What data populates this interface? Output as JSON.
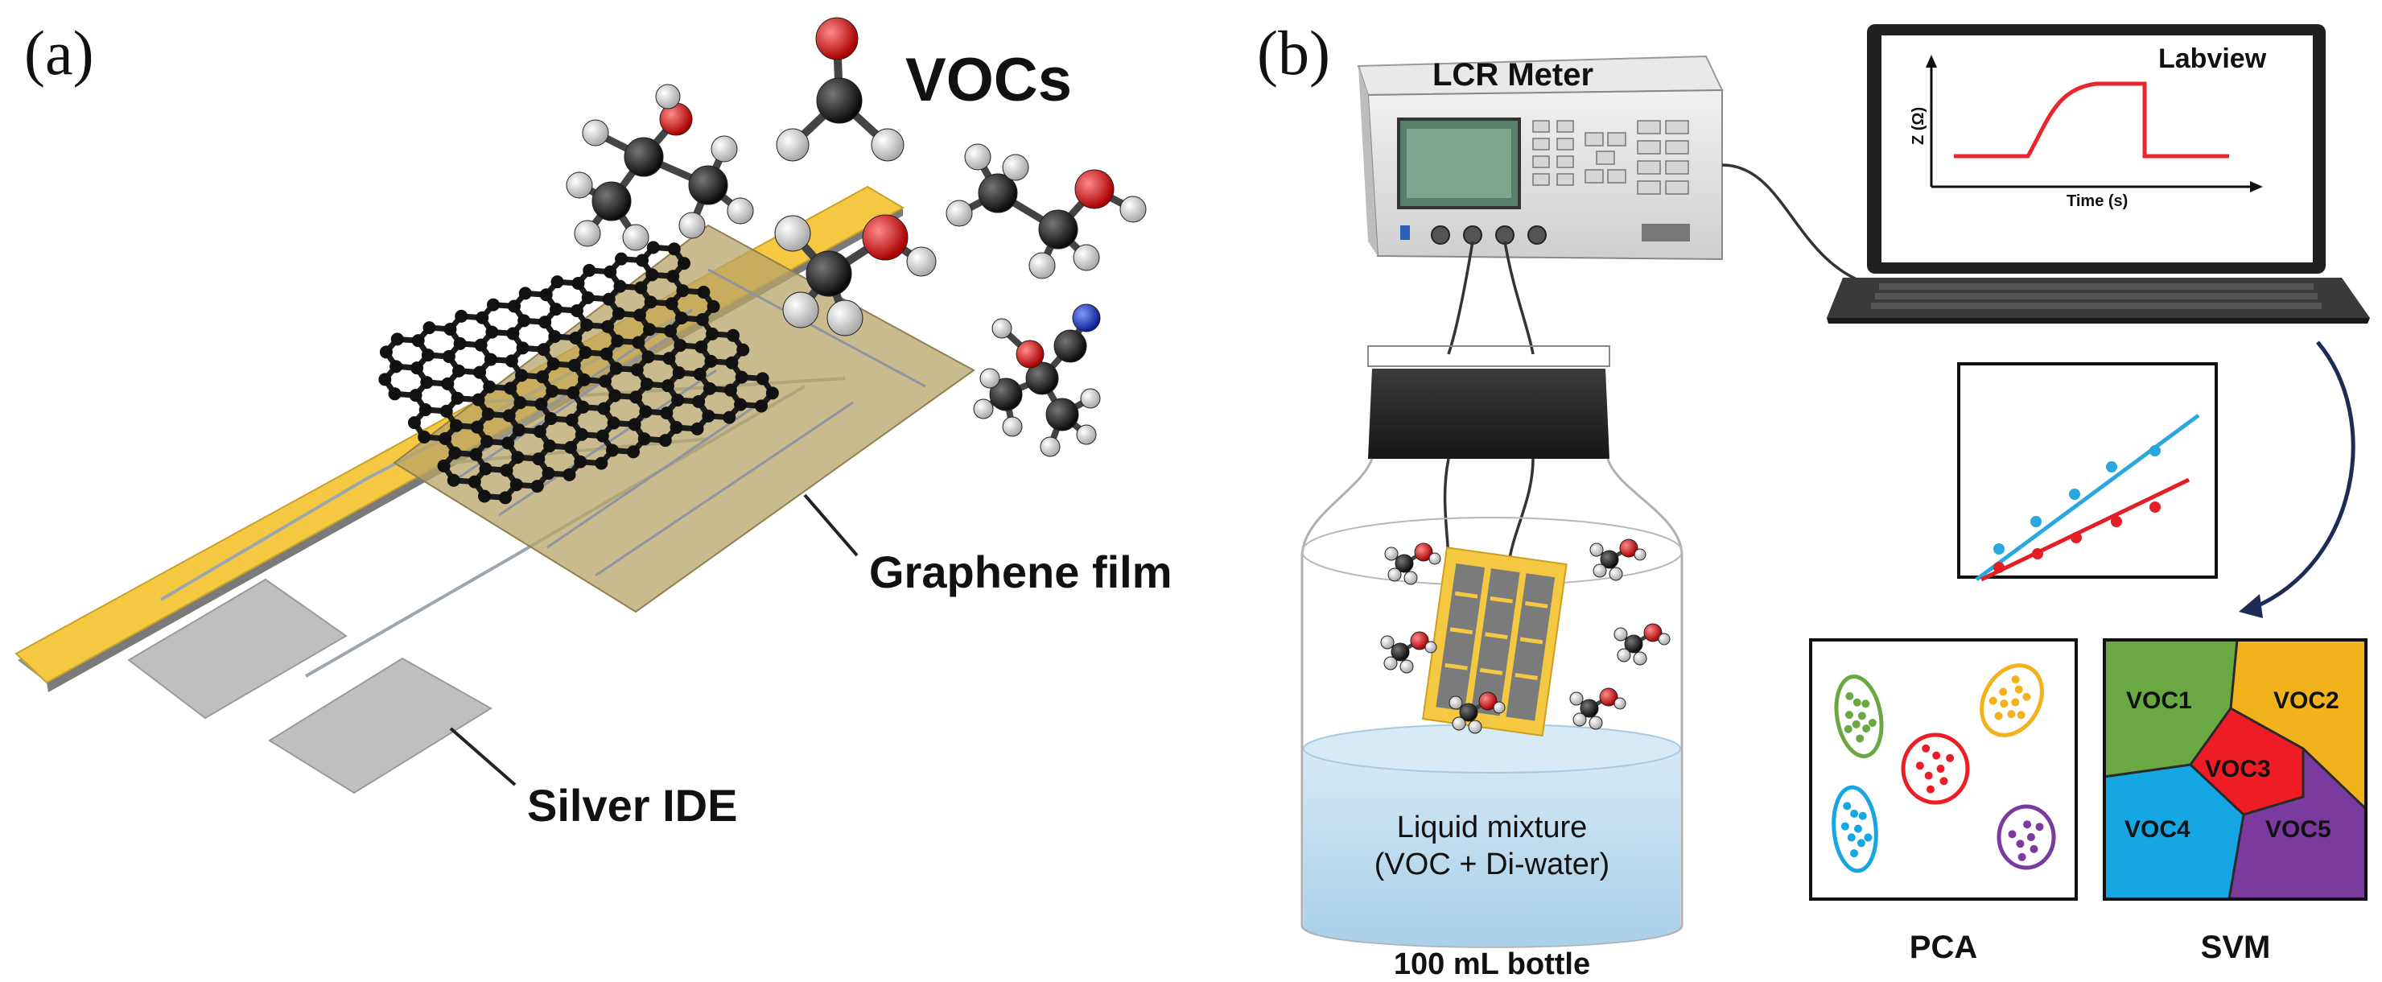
{
  "panel_a": {
    "tag": "(a)",
    "vocs_label": "VOCs",
    "graphene_label": "Graphene film",
    "silver_label": "Silver IDE"
  },
  "panel_b": {
    "tag": "(b)",
    "lcr_label": "LCR Meter",
    "labview_label": "Labview",
    "plot_ylabel": "Z (Ω)",
    "plot_xlabel": "Time (s)",
    "liquid_line1": "Liquid mixture",
    "liquid_line2": "(VOC + Di-water)",
    "bottle_label": "100 mL bottle",
    "pca_label": "PCA",
    "svm_label": "SVM",
    "svm_regions": [
      "VOC1",
      "VOC2",
      "VOC3",
      "VOC4",
      "VOC5"
    ]
  },
  "colors": {
    "substrate": "#f5c842",
    "electrode": "#bfbfbf",
    "graphene": "#1b1b1b",
    "oxygen": "#d81e1e",
    "nitrogen": "#1f3fc4",
    "response_line": "#e8262b",
    "fit_blue": "#2aa7de",
    "fit_red": "#e31e24",
    "svm_green": "#6aa843",
    "svm_orange": "#f2b21b",
    "svm_red": "#ee1c25",
    "svm_blue": "#16a6e4",
    "svm_purple": "#7a3a9e",
    "liquid": "#bcd9ee"
  }
}
